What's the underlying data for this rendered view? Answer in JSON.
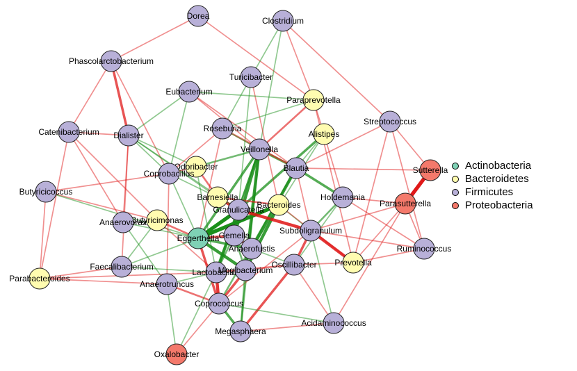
{
  "colors": {
    "Actinobacteria": "#7fd1b5",
    "Bacteroidetes": "#fffcb0",
    "Firmicutes": "#b8b0d8",
    "Proteobacteria": "#f4796b",
    "positive_edge": "#1a8f1a",
    "negative_edge": "#e01818"
  },
  "legend": [
    {
      "label": "Actinobacteria",
      "phylum": "Actinobacteria"
    },
    {
      "label": "Bacteroidetes",
      "phylum": "Bacteroidetes"
    },
    {
      "label": "Firmicutes",
      "phylum": "Firmicutes"
    },
    {
      "label": "Proteobacteria",
      "phylum": "Proteobacteria"
    }
  ],
  "nodes": [
    {
      "id": "Dorea",
      "label": "Dorea",
      "phylum": "Firmicutes"
    },
    {
      "id": "Clostridium",
      "label": "Clostridium",
      "phylum": "Firmicutes"
    },
    {
      "id": "Phascolarctobacterium",
      "label": "Phascolarctobacterium",
      "phylum": "Firmicutes"
    },
    {
      "id": "Turicibacter",
      "label": "Turicibacter",
      "phylum": "Firmicutes"
    },
    {
      "id": "Eubacterium",
      "label": "Eubacterium",
      "phylum": "Firmicutes"
    },
    {
      "id": "Paraprevotella",
      "label": "Paraprevotella",
      "phylum": "Bacteroidetes"
    },
    {
      "id": "Streptococcus",
      "label": "Streptococcus",
      "phylum": "Firmicutes"
    },
    {
      "id": "Catenibacterium",
      "label": "Catenibacterium",
      "phylum": "Firmicutes"
    },
    {
      "id": "Dialister",
      "label": "Dialister",
      "phylum": "Firmicutes"
    },
    {
      "id": "Roseburia",
      "label": "Roseburia",
      "phylum": "Firmicutes"
    },
    {
      "id": "Alistipes",
      "label": "Alistipes",
      "phylum": "Bacteroidetes"
    },
    {
      "id": "Veillonella",
      "label": "Veillonella",
      "phylum": "Firmicutes"
    },
    {
      "id": "Odoribacter",
      "label": "Odoribacter",
      "phylum": "Bacteroidetes"
    },
    {
      "id": "Blautia",
      "label": "Blautia",
      "phylum": "Firmicutes"
    },
    {
      "id": "Coprobacillus",
      "label": "Coprobacillus",
      "phylum": "Firmicutes"
    },
    {
      "id": "Sutterella",
      "label": "Sutterella",
      "phylum": "Proteobacteria"
    },
    {
      "id": "Butyricicoccus",
      "label": "Butyricicoccus",
      "phylum": "Firmicutes"
    },
    {
      "id": "Barnesiella",
      "label": "Barnesiella",
      "phylum": "Bacteroidetes"
    },
    {
      "id": "Holdemania",
      "label": "Holdemania",
      "phylum": "Firmicutes"
    },
    {
      "id": "Parasutterella",
      "label": "Parasutterella",
      "phylum": "Proteobacteria"
    },
    {
      "id": "Bacteroides",
      "label": "Bacteroides",
      "phylum": "Bacteroidetes"
    },
    {
      "id": "Granulicatella",
      "label": "Granulicatella",
      "phylum": "Firmicutes"
    },
    {
      "id": "Butyricimonas",
      "label": "Butyricimonas",
      "phylum": "Bacteroidetes"
    },
    {
      "id": "Anaerovorax",
      "label": "Anaerovorax",
      "phylum": "Firmicutes"
    },
    {
      "id": "Subdoligranulum",
      "label": "Subdoligranulum",
      "phylum": "Firmicutes"
    },
    {
      "id": "Gemella",
      "label": "Gemella",
      "phylum": "Firmicutes"
    },
    {
      "id": "Eggerthella",
      "label": "Eggerthella",
      "phylum": "Actinobacteria"
    },
    {
      "id": "Ruminococcus",
      "label": "Ruminococcus",
      "phylum": "Firmicutes"
    },
    {
      "id": "Anaerofustis",
      "label": "Anaerofustis",
      "phylum": "Firmicutes"
    },
    {
      "id": "Prevotella",
      "label": "Prevotella",
      "phylum": "Bacteroidetes"
    },
    {
      "id": "Oscillibacter",
      "label": "Oscillibacter",
      "phylum": "Firmicutes"
    },
    {
      "id": "Faecalibacterium",
      "label": "Faecalibacterium",
      "phylum": "Firmicutes"
    },
    {
      "id": "Lactobacillus",
      "label": "Lactobacillus",
      "phylum": "Firmicutes"
    },
    {
      "id": "Mogibacterium",
      "label": "Mogibacterium",
      "phylum": "Firmicutes"
    },
    {
      "id": "Parabacteroides",
      "label": "Parabacteroides",
      "phylum": "Bacteroidetes"
    },
    {
      "id": "Anaerotruncus",
      "label": "Anaerotruncus",
      "phylum": "Firmicutes"
    },
    {
      "id": "Coprococcus",
      "label": "Coprococcus",
      "phylum": "Firmicutes"
    },
    {
      "id": "Acidaminococcus",
      "label": "Acidaminococcus",
      "phylum": "Firmicutes"
    },
    {
      "id": "Megasphaera",
      "label": "Megasphaera",
      "phylum": "Firmicutes"
    },
    {
      "id": "Oxalobacter",
      "label": "Oxalobacter",
      "phylum": "Proteobacteria"
    }
  ],
  "edges": [
    {
      "source": "Parasutterella",
      "target": "Sutterella",
      "sign": "negative",
      "weight": 5
    },
    {
      "source": "Phascolarctobacterium",
      "target": "Dialister",
      "sign": "negative",
      "weight": 3
    },
    {
      "source": "Eggerthella",
      "target": "Bacteroides",
      "sign": "positive",
      "weight": 5
    },
    {
      "source": "Eggerthella",
      "target": "Granulicatella",
      "sign": "positive",
      "weight": 5
    },
    {
      "source": "Eggerthella",
      "target": "Veillonella",
      "sign": "positive",
      "weight": 3
    },
    {
      "source": "Veillonella",
      "target": "Mogibacterium",
      "sign": "positive",
      "weight": 4
    },
    {
      "source": "Blautia",
      "target": "Anaerofustis",
      "sign": "positive",
      "weight": 4
    },
    {
      "source": "Granulicatella",
      "target": "Lactobacillus",
      "sign": "positive",
      "weight": 4
    },
    {
      "source": "Veillonella",
      "target": "Gemella",
      "sign": "positive",
      "weight": 4
    },
    {
      "source": "Bacteroides",
      "target": "Mogibacterium",
      "sign": "positive",
      "weight": 4
    },
    {
      "source": "Eggerthella",
      "target": "Mogibacterium",
      "sign": "positive",
      "weight": 4
    },
    {
      "source": "Eggerthella",
      "target": "Anaerofustis",
      "sign": "positive",
      "weight": 3
    },
    {
      "source": "Veillonella",
      "target": "Blautia",
      "sign": "positive",
      "weight": 3
    },
    {
      "source": "Blautia",
      "target": "Holdemania",
      "sign": "positive",
      "weight": 3
    },
    {
      "source": "Holdemania",
      "target": "Subdoligranulum",
      "sign": "positive",
      "weight": 2
    },
    {
      "source": "Alistipes",
      "target": "Granulicatella",
      "sign": "positive",
      "weight": 3
    },
    {
      "source": "Odoribacter",
      "target": "Veillonella",
      "sign": "positive",
      "weight": 2
    },
    {
      "source": "Coprococcus",
      "target": "Megasphaera",
      "sign": "positive",
      "weight": 3
    },
    {
      "source": "Veillonella",
      "target": "Megasphaera",
      "sign": "positive",
      "weight": 2
    },
    {
      "source": "Blautia",
      "target": "Coprococcus",
      "sign": "positive",
      "weight": 2
    },
    {
      "source": "Subdoligranulum",
      "target": "Prevotella",
      "sign": "negative",
      "weight": 4
    },
    {
      "source": "Granulicatella",
      "target": "Subdoligranulum",
      "sign": "negative",
      "weight": 4
    },
    {
      "source": "Barnesiella",
      "target": "Granulicatella",
      "sign": "negative",
      "weight": 4
    },
    {
      "source": "Coprococcus",
      "target": "Lactobacillus",
      "sign": "negative",
      "weight": 4
    },
    {
      "source": "Eggerthella",
      "target": "Coprococcus",
      "sign": "negative",
      "weight": 3
    },
    {
      "source": "Megasphaera",
      "target": "Oscillibacter",
      "sign": "negative",
      "weight": 3
    },
    {
      "source": "Eggerthella",
      "target": "Butyricimonas",
      "sign": "negative",
      "weight": 2
    },
    {
      "source": "Gemella",
      "target": "Anaerofustis",
      "sign": "negative",
      "weight": 3
    },
    {
      "source": "Odoribacter",
      "target": "Barnesiella",
      "sign": "negative",
      "weight": 2
    },
    {
      "source": "Eggerthella",
      "target": "Gemella",
      "sign": "negative",
      "weight": 3
    },
    {
      "source": "Blautia",
      "target": "Roseburia",
      "sign": "negative",
      "weight": 2
    },
    {
      "source": "Paraprevotella",
      "target": "Veillonella",
      "sign": "negative",
      "weight": 2
    },
    {
      "source": "Subdoligranulum",
      "target": "Oscillibacter",
      "sign": "negative",
      "weight": 3
    },
    {
      "source": "Barnesiella",
      "target": "Bacteroides",
      "sign": "negative",
      "weight": 2
    },
    {
      "source": "Coprococcus",
      "target": "Anaerotruncus",
      "sign": "negative",
      "weight": 2
    },
    {
      "source": "Lactobacillus",
      "target": "Oscillibacter",
      "sign": "negative",
      "weight": 2
    },
    {
      "source": "Dorea",
      "target": "Phascolarctobacterium",
      "sign": "negative",
      "weight": 1
    },
    {
      "source": "Dorea",
      "target": "Paraprevotella",
      "sign": "negative",
      "weight": 1
    },
    {
      "source": "Clostridium",
      "target": "Turicibacter",
      "sign": "positive",
      "weight": 1
    },
    {
      "source": "Clostridium",
      "target": "Paraprevotella",
      "sign": "negative",
      "weight": 1
    },
    {
      "source": "Clostridium",
      "target": "Veillonella",
      "sign": "positive",
      "weight": 1
    },
    {
      "source": "Clostridium",
      "target": "Streptococcus",
      "sign": "negative",
      "weight": 1
    },
    {
      "source": "Phascolarctobacterium",
      "target": "Catenibacterium",
      "sign": "negative",
      "weight": 1
    },
    {
      "source": "Phascolarctobacterium",
      "target": "Coprobacillus",
      "sign": "negative",
      "weight": 1
    },
    {
      "source": "Turicibacter",
      "target": "Roseburia",
      "sign": "positive",
      "weight": 1
    },
    {
      "source": "Turicibacter",
      "target": "Granulicatella",
      "sign": "positive",
      "weight": 1
    },
    {
      "source": "Turicibacter",
      "target": "Bacteroides",
      "sign": "negative",
      "weight": 1
    },
    {
      "source": "Eubacterium",
      "target": "Dialister",
      "sign": "positive",
      "weight": 1
    },
    {
      "source": "Eubacterium",
      "target": "Paraprevotella",
      "sign": "positive",
      "weight": 1
    },
    {
      "source": "Eubacterium",
      "target": "Veillonella",
      "sign": "negative",
      "weight": 1
    },
    {
      "source": "Eubacterium",
      "target": "Blautia",
      "sign": "negative",
      "weight": 1
    },
    {
      "source": "Eubacterium",
      "target": "Coprobacillus",
      "sign": "positive",
      "weight": 1
    },
    {
      "source": "Paraprevotella",
      "target": "Alistipes",
      "sign": "negative",
      "weight": 1
    },
    {
      "source": "Paraprevotella",
      "target": "Prevotella",
      "sign": "negative",
      "weight": 1
    },
    {
      "source": "Paraprevotella",
      "target": "Roseburia",
      "sign": "positive",
      "weight": 1
    },
    {
      "source": "Streptococcus",
      "target": "Sutterella",
      "sign": "negative",
      "weight": 1
    },
    {
      "source": "Streptococcus",
      "target": "Blautia",
      "sign": "negative",
      "weight": 1
    },
    {
      "source": "Streptococcus",
      "target": "Ruminococcus",
      "sign": "negative",
      "weight": 1
    },
    {
      "source": "Streptococcus",
      "target": "Prevotella",
      "sign": "negative",
      "weight": 1
    },
    {
      "source": "Catenibacterium",
      "target": "Butyricimonas",
      "sign": "negative",
      "weight": 1
    },
    {
      "source": "Catenibacterium",
      "target": "Anaerovorax",
      "sign": "negative",
      "weight": 1
    },
    {
      "source": "Catenibacterium",
      "target": "Parabacteroides",
      "sign": "negative",
      "weight": 1
    },
    {
      "source": "Dialister",
      "target": "Odoribacter",
      "sign": "positive",
      "weight": 1
    },
    {
      "source": "Dialister",
      "target": "Barnesiella",
      "sign": "positive",
      "weight": 1
    },
    {
      "source": "Dialister",
      "target": "Granulicatella",
      "sign": "positive",
      "weight": 1
    },
    {
      "source": "Dialister",
      "target": "Faecalibacterium",
      "sign": "negative",
      "weight": 1
    },
    {
      "source": "Dialister",
      "target": "Anaerovorax",
      "sign": "negative",
      "weight": 1
    },
    {
      "source": "Roseburia",
      "target": "Veillonella",
      "sign": "positive",
      "weight": 1
    },
    {
      "source": "Roseburia",
      "target": "Coprobacillus",
      "sign": "negative",
      "weight": 1
    },
    {
      "source": "Roseburia",
      "target": "Eggerthella",
      "sign": "negative",
      "weight": 1
    },
    {
      "source": "Alistipes",
      "target": "Blautia",
      "sign": "positive",
      "weight": 1
    },
    {
      "source": "Alistipes",
      "target": "Holdemania",
      "sign": "negative",
      "weight": 1
    },
    {
      "source": "Alistipes",
      "target": "Anaerofustis",
      "sign": "positive",
      "weight": 1
    },
    {
      "source": "Veillonella",
      "target": "Lactobacillus",
      "sign": "positive",
      "weight": 2
    },
    {
      "source": "Veillonella",
      "target": "Granulicatella",
      "sign": "positive",
      "weight": 2
    },
    {
      "source": "Odoribacter",
      "target": "Coprobacillus",
      "sign": "negative",
      "weight": 1
    },
    {
      "source": "Odoribacter",
      "target": "Lactobacillus",
      "sign": "positive",
      "weight": 1
    },
    {
      "source": "Blautia",
      "target": "Subdoligranulum",
      "sign": "negative",
      "weight": 1
    },
    {
      "source": "Blautia",
      "target": "Sutterella",
      "sign": "negative",
      "weight": 1
    },
    {
      "source": "Coprobacillus",
      "target": "Barnesiella",
      "sign": "positive",
      "weight": 1
    },
    {
      "source": "Coprobacillus",
      "target": "Eggerthella",
      "sign": "positive",
      "weight": 1
    },
    {
      "source": "Coprobacillus",
      "target": "Anaerotruncus",
      "sign": "negative",
      "weight": 1
    },
    {
      "source": "Butyricicoccus",
      "target": "Coprobacillus",
      "sign": "negative",
      "weight": 1
    },
    {
      "source": "Butyricicoccus",
      "target": "Butyricimonas",
      "sign": "negative",
      "weight": 1
    },
    {
      "source": "Butyricicoccus",
      "target": "Parabacteroides",
      "sign": "negative",
      "weight": 1
    },
    {
      "source": "Butyricicoccus",
      "target": "Eggerthella",
      "sign": "positive",
      "weight": 1
    },
    {
      "source": "Holdemania",
      "target": "Parasutterella",
      "sign": "negative",
      "weight": 1
    },
    {
      "source": "Holdemania",
      "target": "Ruminococcus",
      "sign": "negative",
      "weight": 1
    },
    {
      "source": "Holdemania",
      "target": "Oscillibacter",
      "sign": "positive",
      "weight": 1
    },
    {
      "source": "Parasutterella",
      "target": "Prevotella",
      "sign": "negative",
      "weight": 1
    },
    {
      "source": "Parasutterella",
      "target": "Ruminococcus",
      "sign": "negative",
      "weight": 1
    },
    {
      "source": "Parasutterella",
      "target": "Subdoligranulum",
      "sign": "negative",
      "weight": 1
    },
    {
      "source": "Parasutterella",
      "target": "Acidaminococcus",
      "sign": "negative",
      "weight": 1
    },
    {
      "source": "Bacteroides",
      "target": "Subdoligranulum",
      "sign": "positive",
      "weight": 1
    },
    {
      "source": "Bacteroides",
      "target": "Prevotella",
      "sign": "negative",
      "weight": 1
    },
    {
      "source": "Butyricimonas",
      "target": "Faecalibacterium",
      "sign": "positive",
      "weight": 1
    },
    {
      "source": "Butyricimonas",
      "target": "Lactobacillus",
      "sign": "negative",
      "weight": 1
    },
    {
      "source": "Anaerovorax",
      "target": "Eggerthella",
      "sign": "positive",
      "weight": 1
    },
    {
      "source": "Anaerovorax",
      "target": "Anaerotruncus",
      "sign": "positive",
      "weight": 1
    },
    {
      "source": "Subdoligranulum",
      "target": "Ruminococcus",
      "sign": "negative",
      "weight": 1
    },
    {
      "source": "Subdoligranulum",
      "target": "Acidaminococcus",
      "sign": "positive",
      "weight": 1
    },
    {
      "source": "Subdoligranulum",
      "target": "Coprococcus",
      "sign": "negative",
      "weight": 1
    },
    {
      "source": "Gemella",
      "target": "Lactobacillus",
      "sign": "positive",
      "weight": 2
    },
    {
      "source": "Gemella",
      "target": "Mogibacterium",
      "sign": "positive",
      "weight": 2
    },
    {
      "source": "Anaerofustis",
      "target": "Oscillibacter",
      "sign": "positive",
      "weight": 1
    },
    {
      "source": "Oscillibacter",
      "target": "Prevotella",
      "sign": "negative",
      "weight": 1
    },
    {
      "source": "Oscillibacter",
      "target": "Acidaminococcus",
      "sign": "negative",
      "weight": 1
    },
    {
      "source": "Faecalibacterium",
      "target": "Eggerthella",
      "sign": "positive",
      "weight": 1
    },
    {
      "source": "Faecalibacterium",
      "target": "Parabacteroides",
      "sign": "negative",
      "weight": 1
    },
    {
      "source": "Faecalibacterium",
      "target": "Lactobacillus",
      "sign": "positive",
      "weight": 1
    },
    {
      "source": "Parabacteroides",
      "target": "Anaerotruncus",
      "sign": "negative",
      "weight": 1
    },
    {
      "source": "Parabacteroides",
      "target": "Lactobacillus",
      "sign": "negative",
      "weight": 1
    },
    {
      "source": "Anaerotruncus",
      "target": "Lactobacillus",
      "sign": "positive",
      "weight": 1
    },
    {
      "source": "Anaerotruncus",
      "target": "Oxalobacter",
      "sign": "positive",
      "weight": 1
    },
    {
      "source": "Coprococcus",
      "target": "Oxalobacter",
      "sign": "negative",
      "weight": 1
    },
    {
      "source": "Coprococcus",
      "target": "Acidaminococcus",
      "sign": "positive",
      "weight": 1
    },
    {
      "source": "Lactobacillus",
      "target": "Oxalobacter",
      "sign": "positive",
      "weight": 1
    },
    {
      "source": "Mogibacterium",
      "target": "Megasphaera",
      "sign": "positive",
      "weight": 2
    },
    {
      "source": "Mogibacterium",
      "target": "Coprococcus",
      "sign": "negative",
      "weight": 3
    },
    {
      "source": "Megasphaera",
      "target": "Acidaminococcus",
      "sign": "negative",
      "weight": 1
    },
    {
      "source": "Prevotella",
      "target": "Ruminococcus",
      "sign": "negative",
      "weight": 1
    },
    {
      "source": "Dialister",
      "target": "Coprobacillus",
      "sign": "positive",
      "weight": 1
    },
    {
      "source": "Catenibacterium",
      "target": "Dialister",
      "sign": "negative",
      "weight": 1
    }
  ]
}
